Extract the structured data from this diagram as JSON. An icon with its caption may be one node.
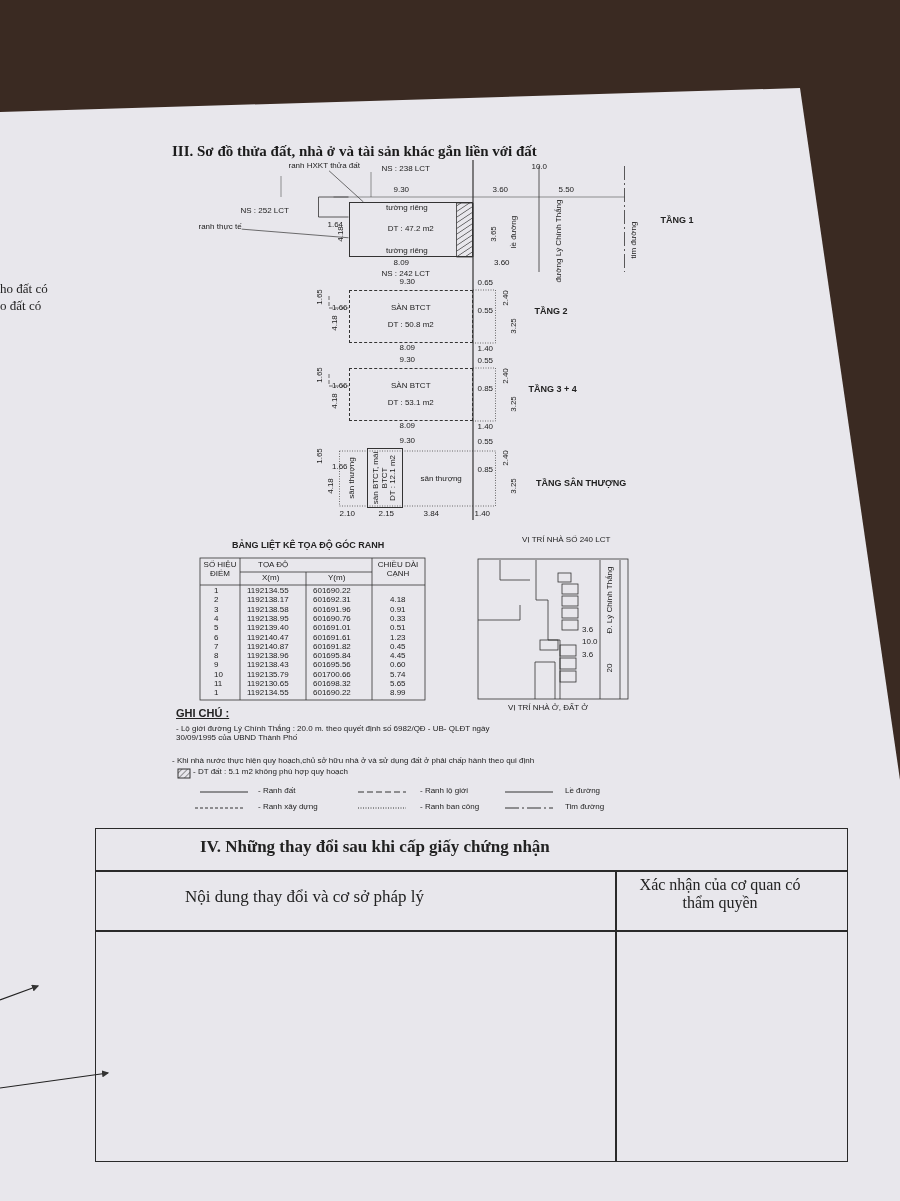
{
  "diagram": {
    "title": "III. Sơ đồ thửa đất, nhà ở và tài sản khác gắn liền với đất",
    "nodes": [
      {
        "text": [
          "ranh HXKT thửa đất"
        ]
      },
      {
        "text": [
          "ranh thực tế"
        ]
      },
      {
        "text": [
          "DT : 47.2 m2"
        ]
      },
      {
        "text": [
          "SÀN BTCT",
          "DT : 50.8 m2"
        ]
      },
      {
        "text": [
          "SÀN BTCT",
          "DT : 53.1 m2"
        ]
      },
      {
        "text": [
          "sàn BTCT, mái BTCT",
          "DT : 12.1 m2"
        ]
      }
    ],
    "edges": [
      {
        "from": 0,
        "to": 2,
        "arrow": "none"
      },
      {
        "from": 1,
        "to": 2,
        "arrow": "none"
      }
    ],
    "labels": [
      "ho đất có",
      "o đất có",
      "NS : 238 LCT",
      "10.0",
      "9.30",
      "3.60",
      "5.50",
      "NS : 252 LCT",
      "tường riêng",
      "1.64",
      "4.18",
      "3.65",
      "tường riêng",
      "8.09",
      "3.60",
      "NS : 242 LCT",
      "lề đường",
      "đường Lý Chính Thắng",
      "tim đường",
      "TẦNG 1",
      "9.30",
      "0.65",
      "1.65",
      "1.66",
      "4.18",
      "0.55",
      "2.40",
      "3.25",
      "TẦNG 2",
      "8.09",
      "1.40",
      "9.30",
      "0.55",
      "1.65",
      "1.66",
      "4.18",
      "0.85",
      "2.40",
      "3.25",
      "TẦNG 3 + 4",
      "8.09",
      "1.40",
      "9.30",
      "0.55",
      "1.65",
      "1.66",
      "4.18",
      "sân thượng",
      "sân thượng",
      "0.85",
      "2.40",
      "3.25",
      "TẦNG SÂN THƯỢNG",
      "2.10",
      "2.15",
      "3.84",
      "1.40",
      "BẢNG LIỆT KÊ TỌA ĐỘ GÓC RANH",
      "SỐ HIỆU ĐIỂM",
      "TỌA ĐỘ",
      "X(m)",
      "Y(m)",
      "CHIỀU DÀI CẠNH",
      "1",
      "1192134.55",
      "601690.22",
      "2",
      "1192138.17",
      "601692.31",
      "4.18",
      "3",
      "1192138.58",
      "601691.96",
      "0.91",
      "4",
      "1192138.95",
      "601690.76",
      "0.33",
      "5",
      "1192139.40",
      "601691.01",
      "0.51",
      "6",
      "1192140.47",
      "601691.61",
      "1.23",
      "7",
      "1192140.87",
      "601691.82",
      "0.45",
      "8",
      "1192138.96",
      "601695.84",
      "4.45",
      "9",
      "1192138.43",
      "601695.56",
      "0.60",
      "10",
      "1192135.79",
      "601700.66",
      "5.74",
      "11",
      "1192130.65",
      "601698.32",
      "5.65",
      "1",
      "1192134.55",
      "601690.22",
      "8.99",
      "VỊ TRÍ NHÀ SỐ 240 LCT",
      "Đ. Lý Chính Thắng",
      "3.6",
      "10.0",
      "3.6",
      "20",
      "GHI CHÚ :",
      "VỊ TRÍ NHÀ Ở, ĐẤT Ở",
      "- Lộ giới đường Lý Chính Thắng : 20.0 m. theo quyết định số 6982/QĐ - UB- QLĐT ngày 30/09/1995 của UBND Thành Phố",
      "- Khi nhà nước thực hiện quy hoạch,chủ sở hữu nhà ở và sử dụng đất ở phải chấp hành theo qui định",
      "IV. Những thay đổi sau khi cấp giấy chứng nhận",
      "Nội dung thay đổi và cơ sở pháp lý",
      "Xác nhận của cơ quan có thẩm quyền"
    ],
    "legend": [
      {
        "text": "- DT đất : 5.1 m2  không phù hợp quy hoạch"
      },
      {
        "text": "- Ranh đất"
      },
      {
        "text": "- Ranh lộ giới"
      },
      {
        "text": "Lề đường"
      },
      {
        "text": "- Ranh xây dựng"
      },
      {
        "text": "- Ranh ban công"
      },
      {
        "text": "Tim đường"
      }
    ]
  }
}
